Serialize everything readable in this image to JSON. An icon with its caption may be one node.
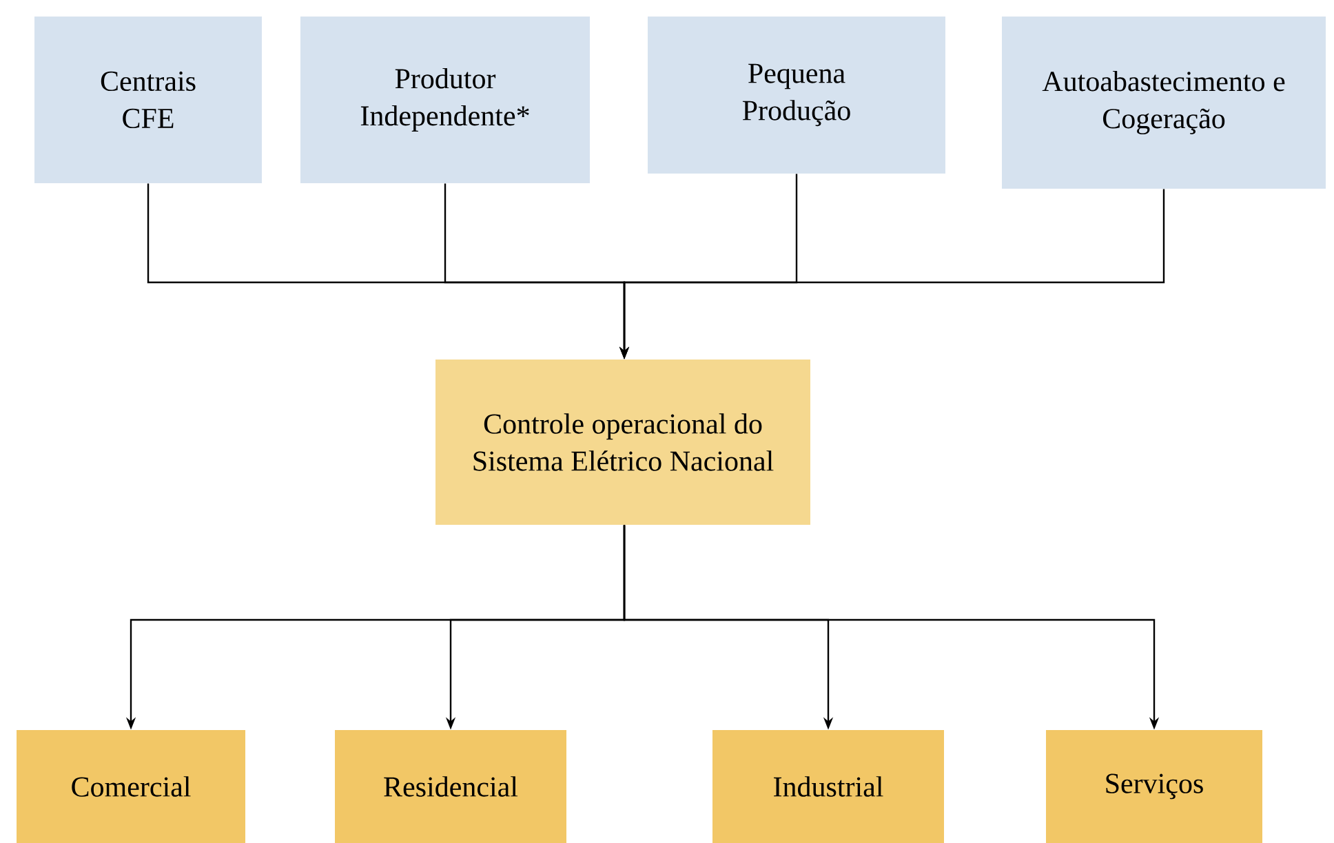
{
  "diagram": {
    "nodes": [
      {
        "text": [
          "Centrais CFE"
        ]
      },
      {
        "text": [
          "Produtor Independente*"
        ]
      },
      {
        "text": [
          "Pequena Produção"
        ]
      },
      {
        "text": [
          "Autoabastecimento e Cogeração"
        ]
      },
      {
        "text": [
          "Controle operacional do Sistema Elétrico Nacional"
        ]
      },
      {
        "text": [
          "Comercial"
        ]
      },
      {
        "text": [
          "Residencial"
        ]
      },
      {
        "text": [
          "Industrial"
        ]
      },
      {
        "text": [
          "Serviços"
        ]
      }
    ],
    "edges": [
      {
        "from": 0,
        "to": 4,
        "arrow": "to"
      },
      {
        "from": 1,
        "to": 4,
        "arrow": "to"
      },
      {
        "from": 2,
        "to": 4,
        "arrow": "to"
      },
      {
        "from": 3,
        "to": 4,
        "arrow": "to"
      },
      {
        "from": 4,
        "to": 5,
        "arrow": "to"
      },
      {
        "from": 4,
        "to": 6,
        "arrow": "to"
      },
      {
        "from": 4,
        "to": 7,
        "arrow": "to"
      },
      {
        "from": 4,
        "to": 8,
        "arrow": "to"
      }
    ]
  }
}
